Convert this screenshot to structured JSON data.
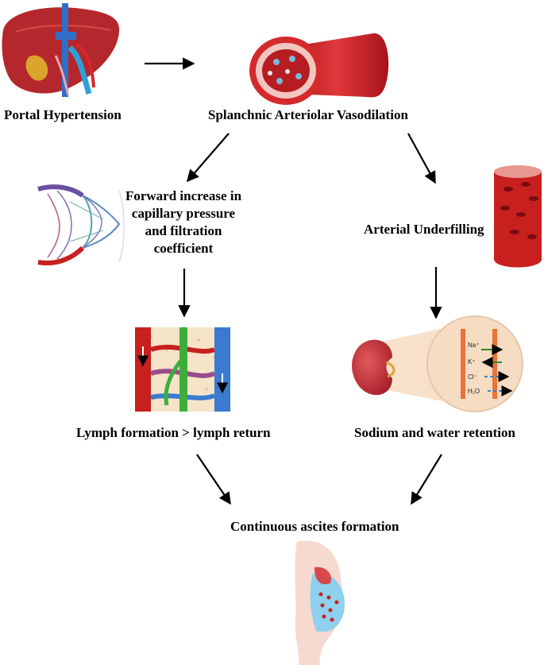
{
  "labels": {
    "portal_hypertension": "Portal Hypertension",
    "splanchnic_vasodilation": "Splanchnic Arteriolar Vasodilation",
    "forward_increase_l1": "Forward increase in",
    "forward_increase_l2": "capillary pressure",
    "forward_increase_l3": "and filtration",
    "forward_increase_l4": "coefficient",
    "arterial_underfilling": "Arterial Underfilling",
    "lymph_formation": "Lymph formation > lymph return",
    "sodium_water_retention": "Sodium and water retention",
    "continuous_ascites": "Continuous ascites formation"
  },
  "ion_labels": {
    "na": "Na⁺",
    "k": "K⁺",
    "cl": "Cl⁻",
    "h2o": "H₂O"
  },
  "icons": [
    "liver-icon",
    "vessel-cross-section-icon",
    "capillary-network-icon",
    "blood-vessel-tube-icon",
    "capillary-lymph-icon",
    "kidney-icon",
    "abdomen-ascites-icon"
  ],
  "colors": {
    "artery_red": "#c8201f",
    "vein_blue": "#2f6fc8",
    "lymph_green": "#3cae3c",
    "ascites_blue": "#8fd0ee",
    "skin": "#f6d9cf"
  }
}
